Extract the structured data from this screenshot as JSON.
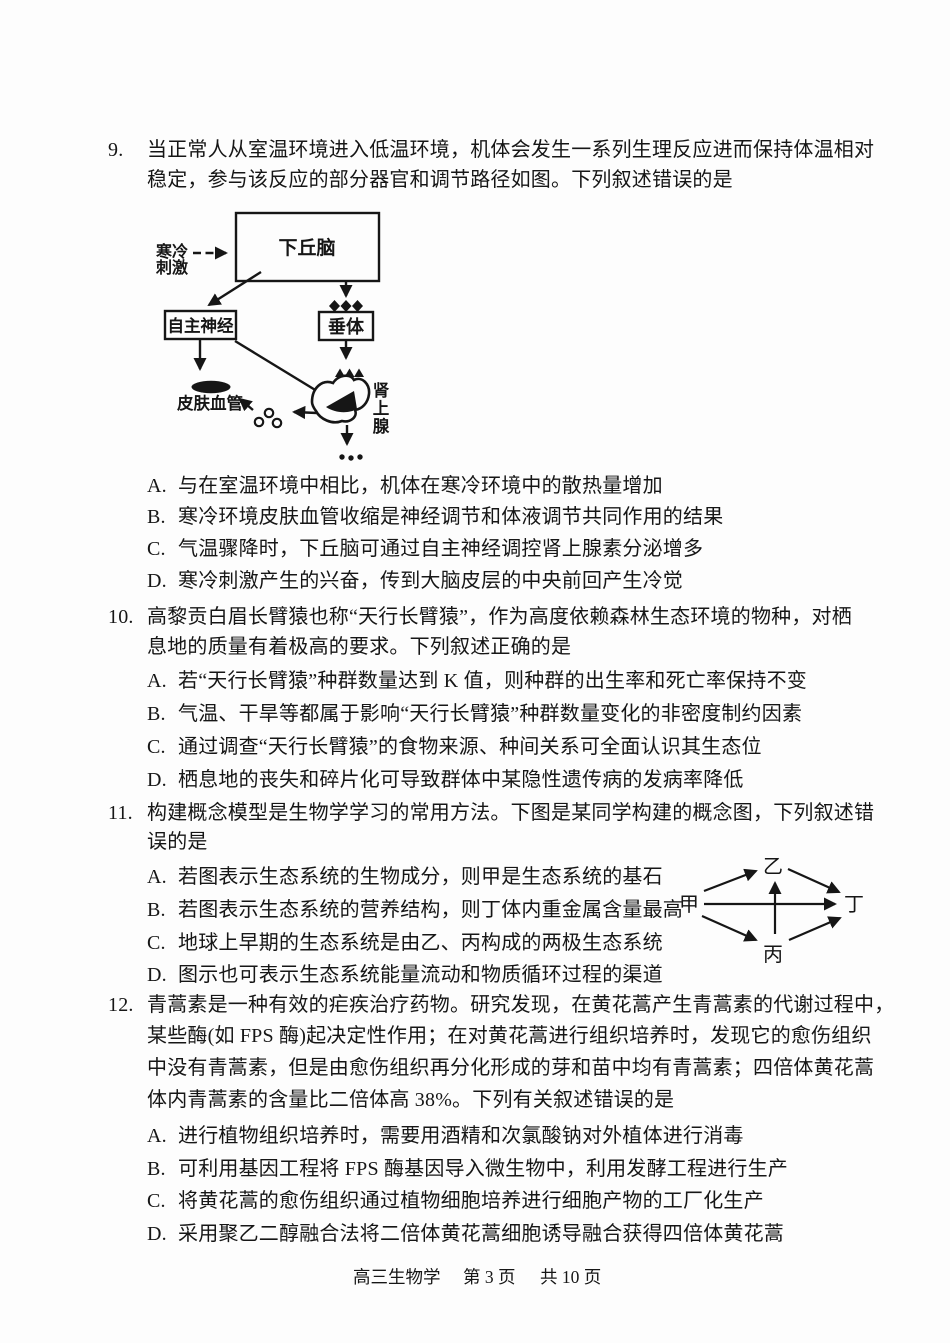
{
  "questions": [
    {
      "number": "9.",
      "stem": [
        "当正常人从室温环境进入低温环境，机体会发生一系列生理反应进而保持体温相对",
        "稳定，参与该反应的部分器官和调节路径如图。下列叙述错误的是"
      ],
      "options": [
        {
          "label": "A.",
          "text": "与在室温环境中相比，机体在寒冷环境中的散热量增加"
        },
        {
          "label": "B.",
          "text": "寒冷环境皮肤血管收缩是神经调节和体液调节共同作用的结果"
        },
        {
          "label": "C.",
          "text": "气温骤降时，下丘脑可通过自主神经调控肾上腺素分泌增多"
        },
        {
          "label": "D.",
          "text": "寒冷刺激产生的兴奋，传到大脑皮层的中央前回产生冷觉"
        }
      ]
    },
    {
      "number": "10.",
      "stem": [
        "高黎贡白眉长臂猿也称“天行长臂猿”，作为高度依赖森林生态环境的物种，对栖",
        "息地的质量有着极高的要求。下列叙述正确的是"
      ],
      "options": [
        {
          "label": "A.",
          "text": "若“天行长臂猿”种群数量达到 K 值，则种群的出生率和死亡率保持不变"
        },
        {
          "label": "B.",
          "text": "气温、干旱等都属于影响“天行长臂猿”种群数量变化的非密度制约因素"
        },
        {
          "label": "C.",
          "text": "通过调查“天行长臂猿”的食物来源、种间关系可全面认识其生态位"
        },
        {
          "label": "D.",
          "text": "栖息地的丧失和碎片化可导致群体中某隐性遗传病的发病率降低"
        }
      ]
    },
    {
      "number": "11.",
      "stem": [
        "构建概念模型是生物学学习的常用方法。下图是某同学构建的概念图，下列叙述错",
        "误的是"
      ],
      "options": [
        {
          "label": "A.",
          "text": "若图表示生态系统的生物成分，则甲是生态系统的基石"
        },
        {
          "label": "B.",
          "text": "若图表示生态系统的营养结构，则丁体内重金属含量最高"
        },
        {
          "label": "C.",
          "text": "地球上早期的生态系统是由乙、丙构成的两极生态系统"
        },
        {
          "label": "D.",
          "text": "图示也可表示生态系统能量流动和物质循环过程的渠道"
        }
      ]
    },
    {
      "number": "12.",
      "stem": [
        "青蒿素是一种有效的疟疾治疗药物。研究发现，在黄花蒿产生青蒿素的代谢过程中，",
        "某些酶(如 FPS 酶)起决定性作用；在对黄花蒿进行组织培养时，发现它的愈伤组织",
        "中没有青蒿素，但是由愈伤组织再分化形成的芽和苗中均有青蒿素；四倍体黄花蒿",
        "体内青蒿素的含量比二倍体高 38%。下列有关叙述错误的是"
      ],
      "options": [
        {
          "label": "A.",
          "text": "进行植物组织培养时，需要用酒精和次氯酸钠对外植体进行消毒"
        },
        {
          "label": "B.",
          "text": "可利用基因工程将 FPS 酶基因导入微生物中，利用发酵工程进行生产"
        },
        {
          "label": "C.",
          "text": "将黄花蒿的愈伤组织通过植物细胞培养进行细胞产物的工厂化生产"
        },
        {
          "label": "D.",
          "text": "采用聚乙二醇融合法将二倍体黄花蒿细胞诱导融合获得四倍体黄花蒿"
        }
      ]
    }
  ],
  "diagram_thermoregulation": {
    "cold_stimulus_line1": "寒冷",
    "cold_stimulus_line2": "刺激",
    "hypothalamus": "下丘脑",
    "autonomic_nerve": "自主神经",
    "pituitary": "垂体",
    "skin_vessels": "皮肤血管",
    "adrenal_char1": "肾",
    "adrenal_char2": "上",
    "adrenal_char3": "腺"
  },
  "diagram_concept": {
    "node_left": "甲",
    "node_top": "乙",
    "node_bottom": "丙",
    "node_right": "丁"
  },
  "footer": {
    "course": "高三生物学",
    "page": "第 3 页",
    "total": "共 10 页"
  }
}
